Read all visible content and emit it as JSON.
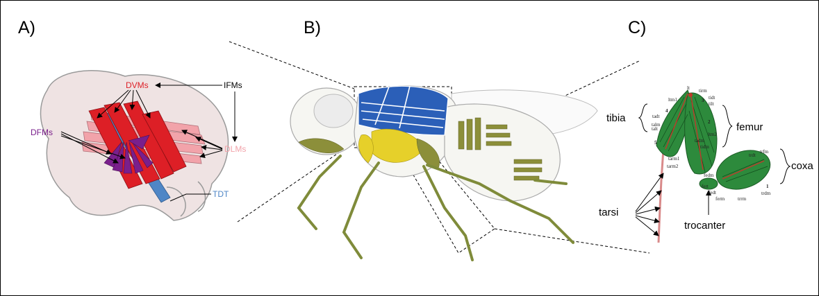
{
  "panels": {
    "a": "A)",
    "b": "B)",
    "c": "C)"
  },
  "panel_a": {
    "labels": {
      "dvms": "DVMs",
      "ifms": "IFMs",
      "dfms": "DFMs",
      "dlms": "DLMs",
      "tdt": "TDT"
    },
    "colors": {
      "dvm": "#dd1f26",
      "dlm": "#f2a3aa",
      "dfm": "#7a1f8c",
      "tdt": "#4f86c6",
      "body": "#f1e6e6"
    }
  },
  "panel_b": {
    "colors": {
      "flight_muscle": "#2b5fb8",
      "leg_muscle": "#e6d02a",
      "body_muscle": "#8c8f3a"
    }
  },
  "panel_c": {
    "labels": {
      "tibia": "tibia",
      "femur": "femur",
      "coxa": "coxa",
      "tarsi": "tarsi",
      "trocanter": "trocanter"
    },
    "small": {
      "lt": "lt",
      "tirm": "tirm",
      "ltm1": "ltm1",
      "n3": "3",
      "tidt": "tidt",
      "tilt": "tilt",
      "tadt": "tadt",
      "n4": "4",
      "talm": "talm",
      "talt": "talt",
      "tidm": "tidm",
      "n2": "2",
      "ltm2": "ltm2",
      "n5": "5",
      "tarm1": "tarm1",
      "tarm2": "tarm2",
      "tadm": "tadm",
      "trfm": "trfm",
      "trdt": "trdt",
      "fedm": "fedm",
      "fert": "fert",
      "fedt": "fedt",
      "ferm": "ferm",
      "trrm": "trrm",
      "trdm": "trdm",
      "n1": "1"
    },
    "colors": {
      "muscle": "#1f7a2e",
      "tendon": "#c0392b"
    }
  }
}
